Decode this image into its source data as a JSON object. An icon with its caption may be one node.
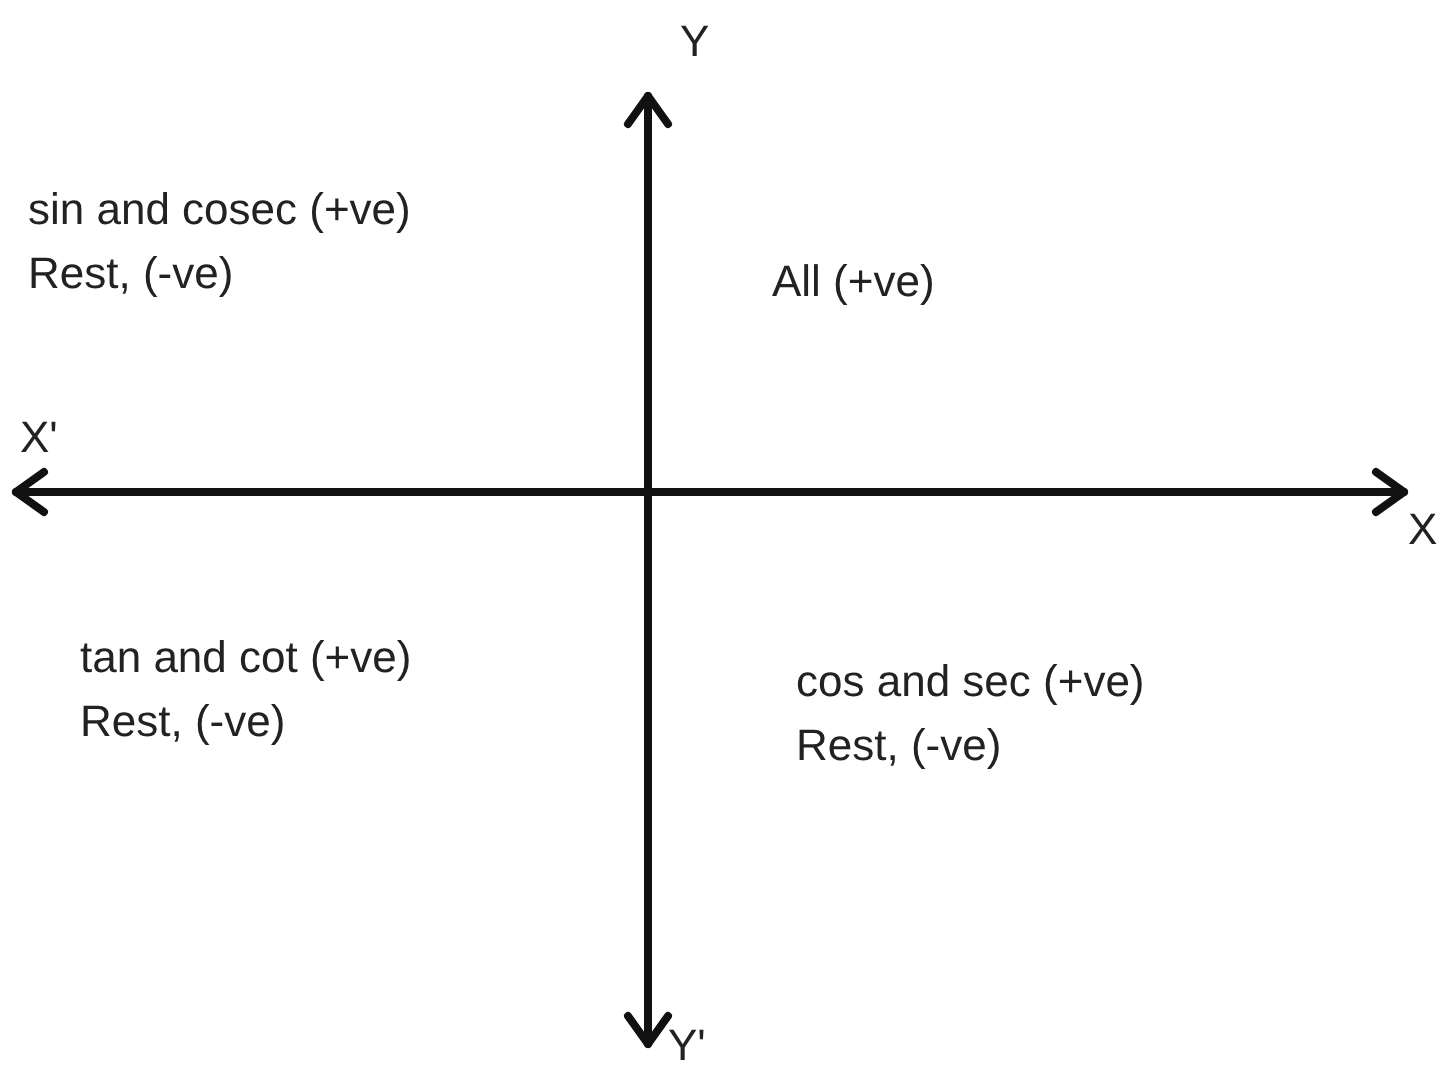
{
  "diagram": {
    "labels": [
      "Y",
      "sin and cosec (+ve)",
      "Rest, (-ve)",
      "All (+ve)",
      "X'",
      "X",
      "tan and cot (+ve)",
      "Rest, (-ve)",
      "cos and sec (+ve)",
      "Rest, (-ve)",
      "Y'"
    ]
  }
}
